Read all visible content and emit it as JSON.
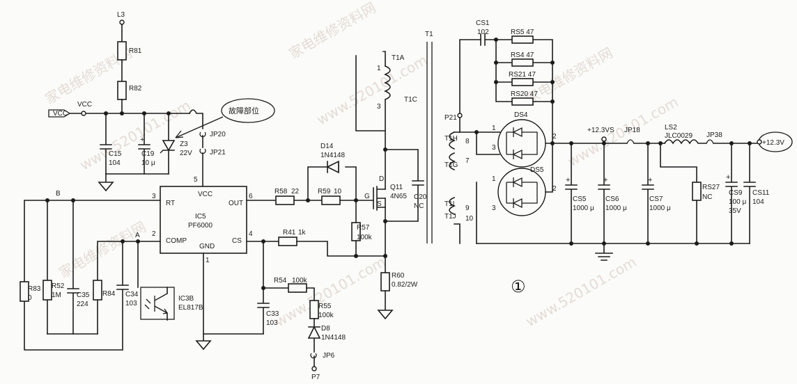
{
  "labels": {
    "L3": "L3",
    "R81": "R81",
    "R82": "R82",
    "VCC_in": "VCC",
    "VCC_node": "VCC",
    "C15": "C15",
    "C15v": "104",
    "C19": "C19",
    "C19v": "10 μ",
    "Z3": "Z3",
    "Z3v": "22V",
    "JP20": "JP20",
    "JP21": "JP21",
    "fault": "故障部位",
    "pin5": "5",
    "B": "B",
    "A": "A",
    "pin3": "3",
    "pin2": "2",
    "pin1": "1",
    "pin6": "6",
    "pin4": "4",
    "IC5_vcc": "VCC",
    "IC5_rt": "RT",
    "IC5_comp": "COMP",
    "IC5_gnd": "GND",
    "IC5_out": "OUT",
    "IC5_cs": "CS",
    "IC5": "IC5",
    "IC5v": "PF6000",
    "R58": "R58",
    "R58v": "22",
    "R59": "R59",
    "R59v": "10",
    "D14": "D14",
    "D14v": "1N4148",
    "Q11": "Q11",
    "Q11v": "4N65",
    "D": "D",
    "G": "G",
    "S": "S",
    "C20": "C20",
    "C20v": "NC",
    "R57": "R57",
    "R57v": "100k",
    "R41": "R41",
    "R41v": "1k",
    "R60": "R60",
    "R60v": "0.82/2W",
    "R83": "R83",
    "R83v": "0",
    "R52": "R52",
    "R52v": "1M",
    "C35": "C35",
    "C35v": "224",
    "R84": "R84",
    "C34": "C34",
    "C34v": "103",
    "IC3B": "IC3B",
    "IC3Bv": "EL817B",
    "C33": "C33",
    "C33v": "103",
    "R54": "R54",
    "R54v": "100k",
    "R55": "R55",
    "R55v": "100k",
    "D8": "D8",
    "D8v": "1N4148",
    "JP6": "JP6",
    "P7": "P7",
    "T1": "T1",
    "T1A": "T1A",
    "T1C": "T1C",
    "t1": "1",
    "t3": "3",
    "CS1": "CS1",
    "CS1v": "102",
    "RS5": "RS5 47",
    "RS4": "RS4 47",
    "RS21": "RS21 47",
    "RS20": "RS20 47",
    "P21": "P21",
    "T1H": "T1H",
    "T1G": "T1G",
    "T1I": "T1I",
    "T1J": "T1J",
    "p8": "8",
    "p7": "7",
    "p9": "9",
    "p10": "10",
    "DS4": "DS4",
    "DS5": "DS5",
    "d1": "1",
    "d3": "3",
    "d2": "2",
    "d1b": "1",
    "d3b": "3",
    "d2b": "2",
    "V123VS": "+12.3VS",
    "JP18": "JP18",
    "LS2": "LS2",
    "LS2v": "JLC0029",
    "JP38": "JP38",
    "CS5": "CS5",
    "CS5v": "1000 μ",
    "CS6": "CS6",
    "CS6v": "1000 μ",
    "CS7": "CS7",
    "CS7v": "1000 μ",
    "RS27": "RS27",
    "RS27v": "NC",
    "CS9": "CS9",
    "CS9v": "100 μ",
    "CS9v2": "35V",
    "CS11": "CS11",
    "CS11v": "104",
    "out": "+12.3V",
    "circled": "①"
  },
  "watermark": [
    "家电维修资料网",
    "www.520101.com"
  ]
}
